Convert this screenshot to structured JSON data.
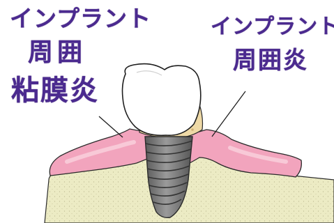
{
  "labels": {
    "left_line1": "インプラント",
    "left_line2": "周囲",
    "left_line3": "粘膜炎",
    "right_line1": "インプラント",
    "right_line2": "周囲炎"
  },
  "colors": {
    "label_text": "#4b2a8f",
    "bone": "#ecebc4",
    "gum": "#f2a4bd",
    "crown": "#ffffff",
    "plaque": "#eed9a6",
    "implant_screw": "#8a8a8a"
  },
  "icons": {
    "crown": "tooth-crown-icon",
    "implant": "implant-screw-icon"
  }
}
